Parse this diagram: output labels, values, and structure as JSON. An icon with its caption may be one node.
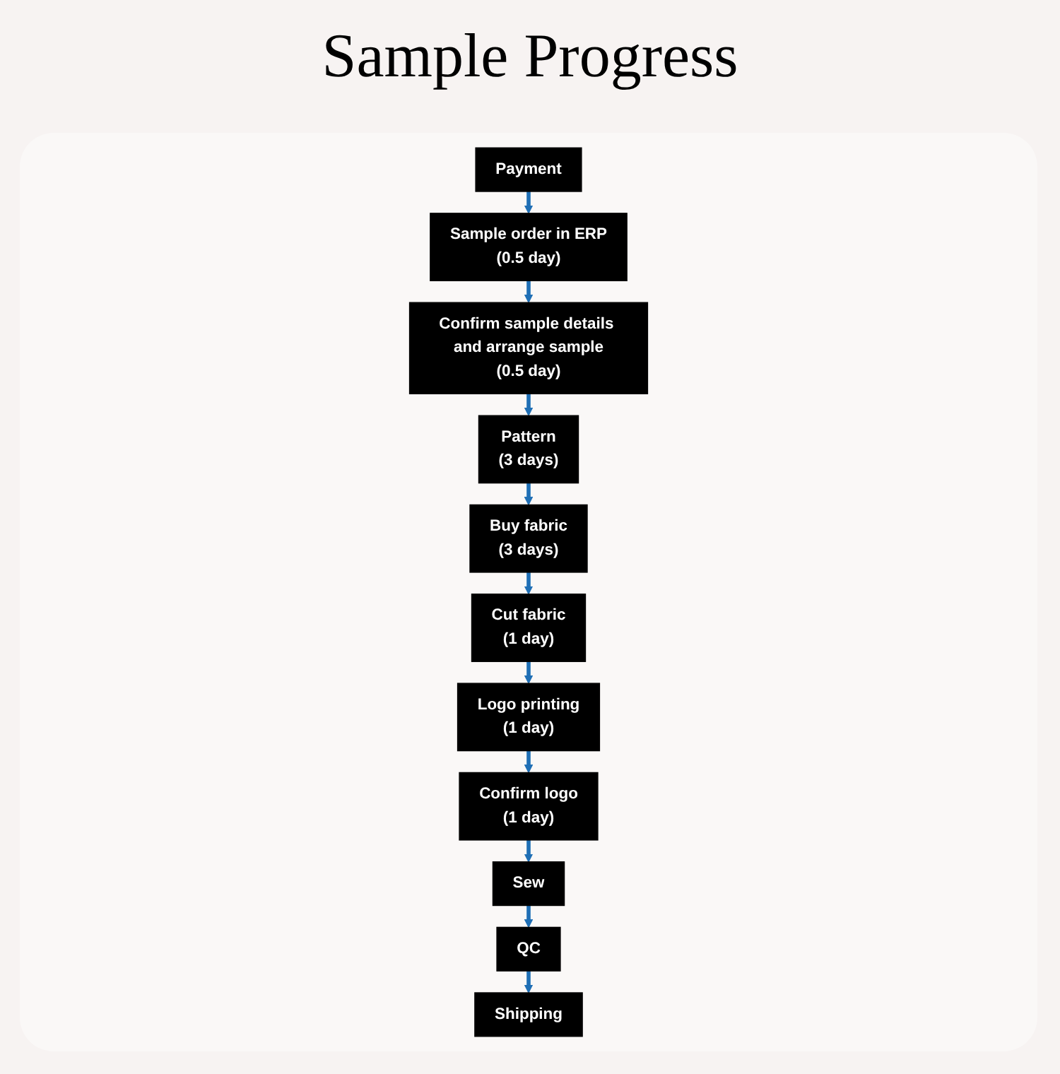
{
  "diagram": {
    "title": "Sample Progress",
    "nodes": [
      {
        "text": [
          "Payment"
        ]
      },
      {
        "text": [
          "Sample order in ERP",
          "(0.5 day)"
        ]
      },
      {
        "text": [
          "Confirm sample details and arrange sample",
          "(0.5 day)"
        ]
      },
      {
        "text": [
          "Pattern",
          "(3 days)"
        ]
      },
      {
        "text": [
          "Buy fabric",
          "(3 days)"
        ]
      },
      {
        "text": [
          "Cut fabric",
          "(1 day)"
        ]
      },
      {
        "text": [
          "Logo printing",
          "(1 day)"
        ]
      },
      {
        "text": [
          "Confirm logo",
          "(1 day)"
        ]
      },
      {
        "text": [
          "Sew"
        ]
      },
      {
        "text": [
          "QC"
        ]
      },
      {
        "text": [
          "Shipping"
        ]
      }
    ],
    "edges": [
      {
        "from": 0,
        "to": 1,
        "arrow": "to"
      },
      {
        "from": 1,
        "to": 2,
        "arrow": "to"
      },
      {
        "from": 2,
        "to": 3,
        "arrow": "to"
      },
      {
        "from": 3,
        "to": 4,
        "arrow": "to"
      },
      {
        "from": 4,
        "to": 5,
        "arrow": "to"
      },
      {
        "from": 5,
        "to": 6,
        "arrow": "to"
      },
      {
        "from": 6,
        "to": 7,
        "arrow": "to"
      },
      {
        "from": 7,
        "to": 8,
        "arrow": "to"
      },
      {
        "from": 8,
        "to": 9,
        "arrow": "to"
      },
      {
        "from": 9,
        "to": 10,
        "arrow": "to"
      }
    ]
  }
}
